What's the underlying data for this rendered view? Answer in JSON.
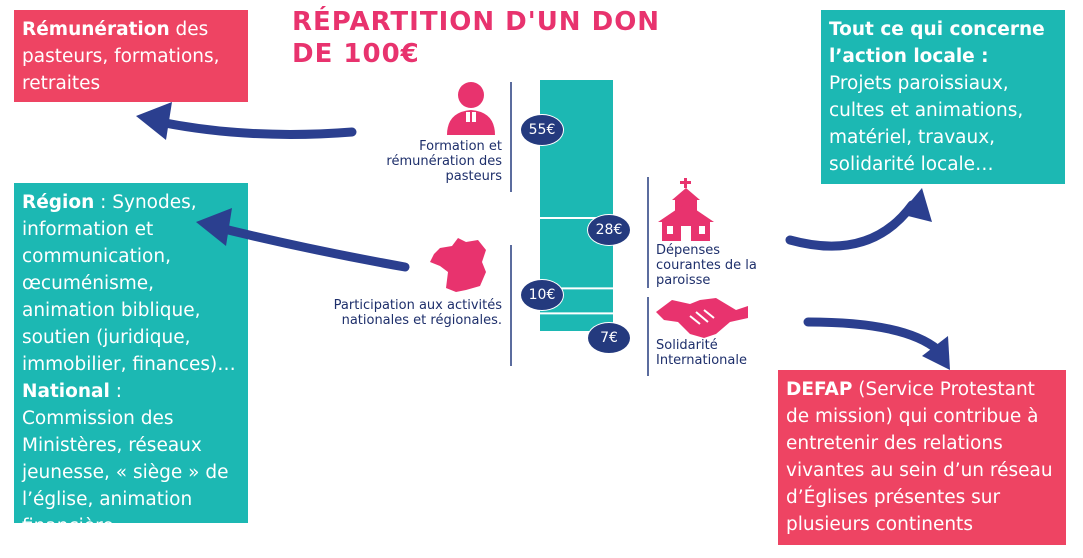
{
  "title": {
    "line1": "RÉPARTITION D'UN DON",
    "line2": "DE 100€"
  },
  "boxes": {
    "top_left": {
      "bold": "Rémunération",
      "text": " des pasteurs, formations, retraites",
      "color": "#ee4463"
    },
    "top_right": {
      "bold": "Tout ce qui concerne l’action locale :",
      "text": "Projets paroissiaux, cultes et animations, matériel, travaux, solidarité locale…",
      "color": "#1cb8b3"
    },
    "left": {
      "bold1": "Région",
      "text1": " : Synodes, information et communication, œcuménisme, animation biblique, soutien (juridique, immobilier, finances)…",
      "bold2": "National",
      "text2": " : Commission des Ministères, réseaux jeunesse, « siège » de l’église, animation financière…",
      "color": "#1cb8b3"
    },
    "bottom_right": {
      "bold": "DEFAP",
      "text": " (Service Protestant de mission) qui contribue à entretenir des relations vivantes au sein d’un réseau d’Églises présentes sur plusieurs continents",
      "color": "#ee4463"
    }
  },
  "segments": [
    {
      "amount": "55€",
      "label": "Formation et rémunération des pasteurs",
      "icon": "pastor-icon"
    },
    {
      "amount": "28€",
      "label": "Dépenses courantes de la paroisse",
      "icon": "church-icon"
    },
    {
      "amount": "10€",
      "label": "Participation aux activités nationales et régionales.",
      "icon": "france-map-icon"
    },
    {
      "amount": "7€",
      "label": "Solidarité Internationale",
      "icon": "handshake-icon"
    }
  ],
  "chart_data": {
    "type": "bar",
    "categories": [
      "Formation et rémunération des pasteurs",
      "Dépenses courantes de la paroisse",
      "Participation aux activités nationales et régionales.",
      "Solidarité Internationale"
    ],
    "values": [
      55,
      28,
      10,
      7
    ]
  },
  "colors": {
    "teal": "#1cb8b3",
    "pink": "#ee4463",
    "navy": "#243a7e",
    "arrow": "#2b3f8f"
  }
}
